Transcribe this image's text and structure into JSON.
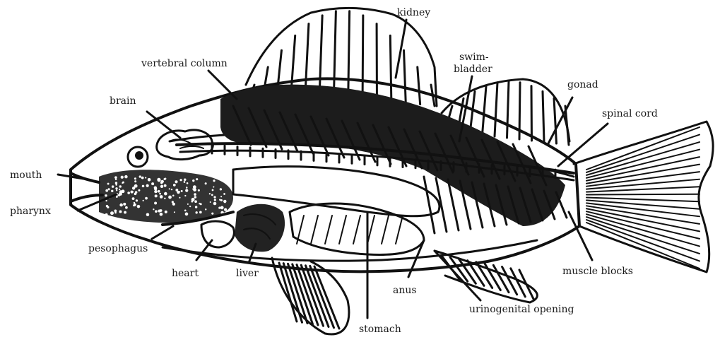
{
  "diagram": {
    "labels": {
      "kidney": "kidney",
      "vertebral_column": "vertebral column",
      "swim_bladder_line1": "swim-",
      "swim_bladder_line2": "bladder",
      "gonad": "gonad",
      "brain": "brain",
      "spinal_cord": "spinal cord",
      "mouth": "mouth",
      "pharynx": "pharynx",
      "pesophagus": "pesophagus",
      "heart": "heart",
      "liver": "liver",
      "muscle_blocks": "muscle blocks",
      "anus": "anus",
      "urinogenital_opening": "urinogenital opening",
      "stomach": "stomach"
    }
  }
}
